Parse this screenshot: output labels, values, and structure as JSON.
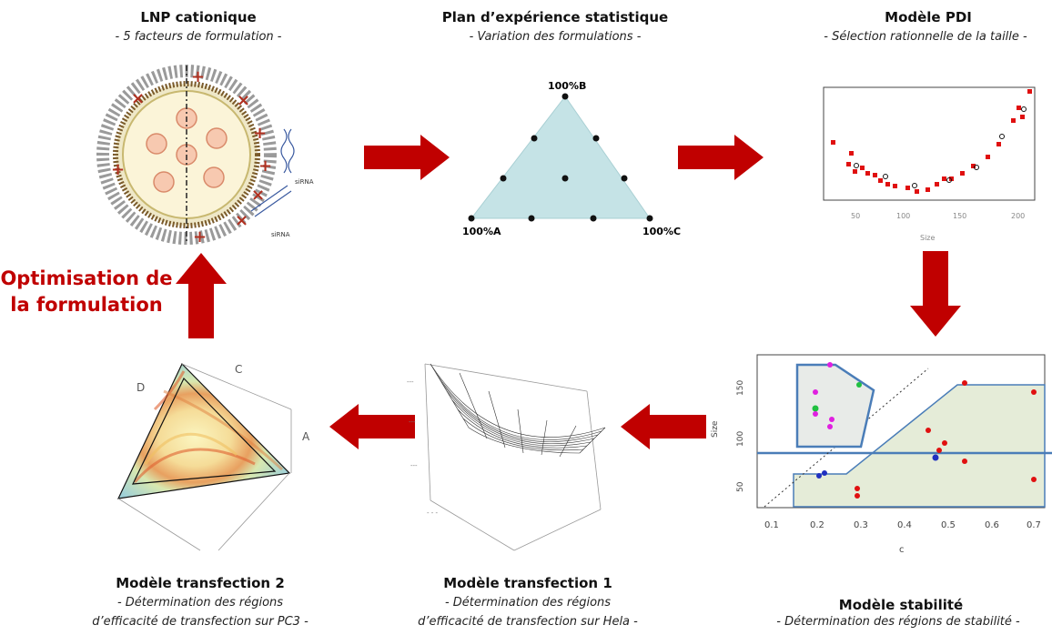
{
  "panels": {
    "lnp": {
      "title": "LNP cationique",
      "subtitle": "- 5 facteurs de formulation -",
      "sirna_a": "siRNA",
      "sirna_b": "siRNA"
    },
    "plan": {
      "title": "Plan d’expérience statistique",
      "subtitle": "- Variation des formulations -",
      "vertex_a": "100%A",
      "vertex_b": "100%B",
      "vertex_c": "100%C"
    },
    "pdi": {
      "title": "Modèle PDI",
      "subtitle": "- Sélection rationnelle de la taille -",
      "xlabel": "Size",
      "xticks": [
        "50",
        "100",
        "150",
        "200"
      ]
    },
    "stab": {
      "title": "Modèle stabilité",
      "subtitle": "- Détermination des régions de stabilité -",
      "xlabel": "c",
      "ylabel": "Size",
      "xticks": [
        "0.1",
        "0.2",
        "0.3",
        "0.4",
        "0.5",
        "0.6",
        "0.7"
      ],
      "yticks": [
        "50",
        "100",
        "150"
      ]
    },
    "t1": {
      "title": "Modèle transfection 1",
      "subtitle1": "- Détermination des régions",
      "subtitle2": "d’efficacité de transfection sur Hela -"
    },
    "t2": {
      "title": "Modèle transfection 2",
      "subtitle1": "- Détermination des régions",
      "subtitle2": "d’efficacité de transfection sur PC3 -",
      "label_a": "A",
      "label_c": "C",
      "label_d": "D"
    }
  },
  "optimisation": {
    "line1": "Optimisation de",
    "line2": "la formulation"
  },
  "colors": {
    "arrow": "#c00000",
    "triangle_fill": "#c5e3e6",
    "stability_region": "#e5ecd8",
    "region_border": "#4a7db8"
  }
}
